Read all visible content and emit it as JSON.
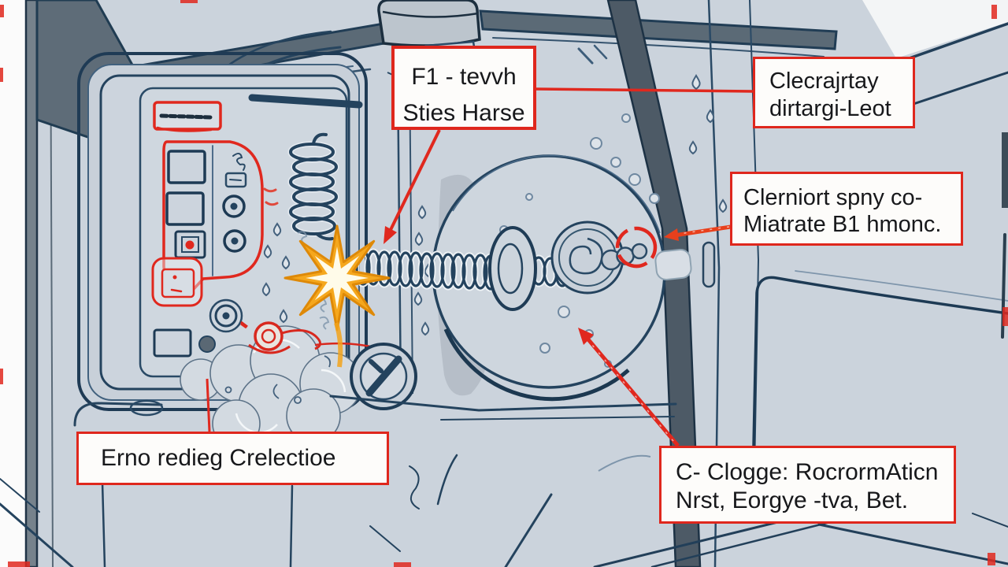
{
  "figure": {
    "type": "appliance-fault-illustration",
    "description": "Hand-drawn style diagram of a washing machine interior (open door) with red fault callout boxes, leader arrows, a spark burst, hose spring, drum and pump",
    "callouts": [
      {
        "id": "top-center",
        "lines": [
          "F1 - tevvh",
          "Sties Harse"
        ]
      },
      {
        "id": "top-right",
        "lines": [
          "Clecrajrtay",
          "dirtargi-Leot"
        ]
      },
      {
        "id": "mid-right",
        "lines": [
          "Clerniort spny co-",
          "Miatrate  B1 hmonc."
        ]
      },
      {
        "id": "bottom-left",
        "lines": [
          "Erno redieg Crelectioe"
        ]
      },
      {
        "id": "bottom-right",
        "lines": [
          "C- Clogge: RocrormAticn",
          "Nrst, Eorgye -tva, Bet."
        ]
      }
    ],
    "icons": {
      "spark": "spark-burst-icon",
      "highlight": "highlight-circle-icon",
      "leaders": "red-leader-arrow"
    },
    "colors": {
      "outline": "#24435e",
      "panel": "#cbd3dc",
      "panel_light": "#d3dae2",
      "dark_gray": "#55636e",
      "accent_red": "#e0281e",
      "spark_orange": "#f5a71d",
      "callout_bg": "#fdfcfa",
      "callout_text": "#17181b"
    }
  }
}
